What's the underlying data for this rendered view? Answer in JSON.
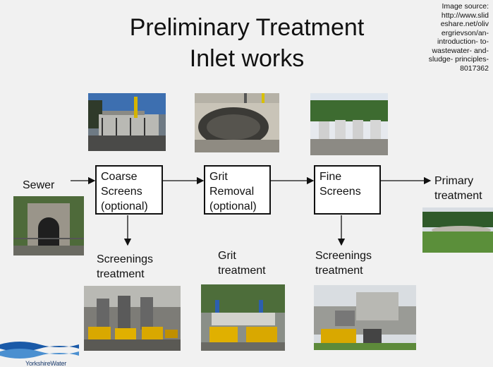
{
  "slide": {
    "title_line1": "Preliminary Treatment",
    "title_line2": "Inlet works",
    "source": "Image source: http://www.slid eshare.net/oliv ergrievson/an- introduction- to-wastewater- and-sludge- principles- 8017362"
  },
  "flow": {
    "sewer": "Sewer",
    "coarse_screens": "Coarse\nScreens\n(optional)",
    "grit_removal": "Grit\nRemoval\n(optional)",
    "fine_screens": "Fine\nScreens",
    "primary_treatment": "Primary\ntreatment",
    "screenings_treatment_1": "Screenings\ntreatment",
    "grit_treatment": "Grit\ntreatment",
    "screenings_treatment_2": "Screenings\ntreatment"
  },
  "logo": {
    "text": "YorkshireWater"
  }
}
